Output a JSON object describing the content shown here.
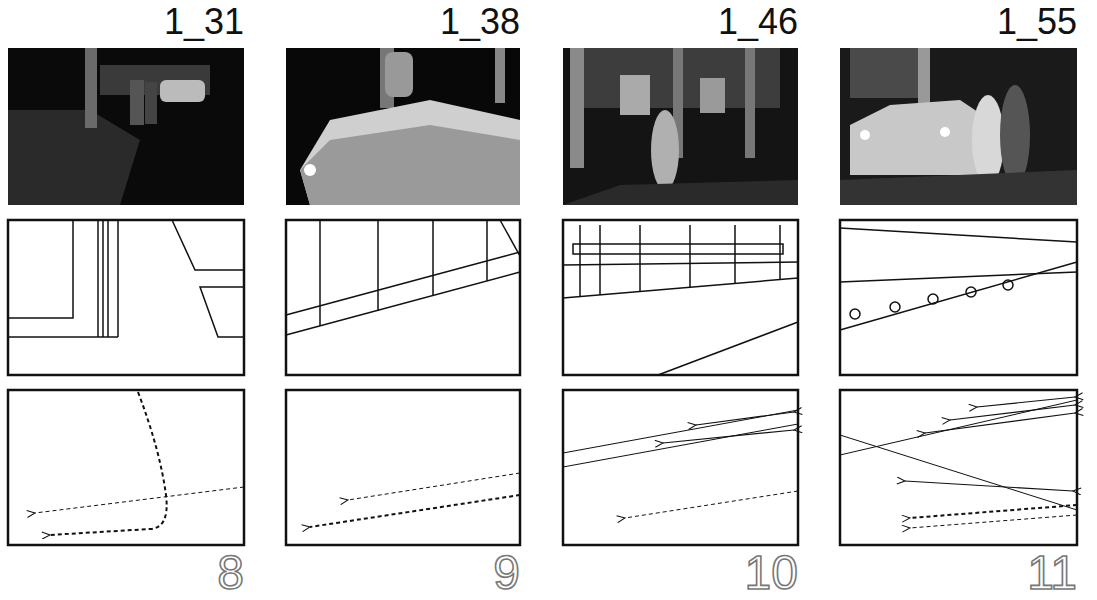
{
  "diagram": {
    "labels": [
      "1_31",
      "1_38",
      "1_46",
      "1_55",
      "8",
      "9",
      "10",
      "11"
    ]
  }
}
